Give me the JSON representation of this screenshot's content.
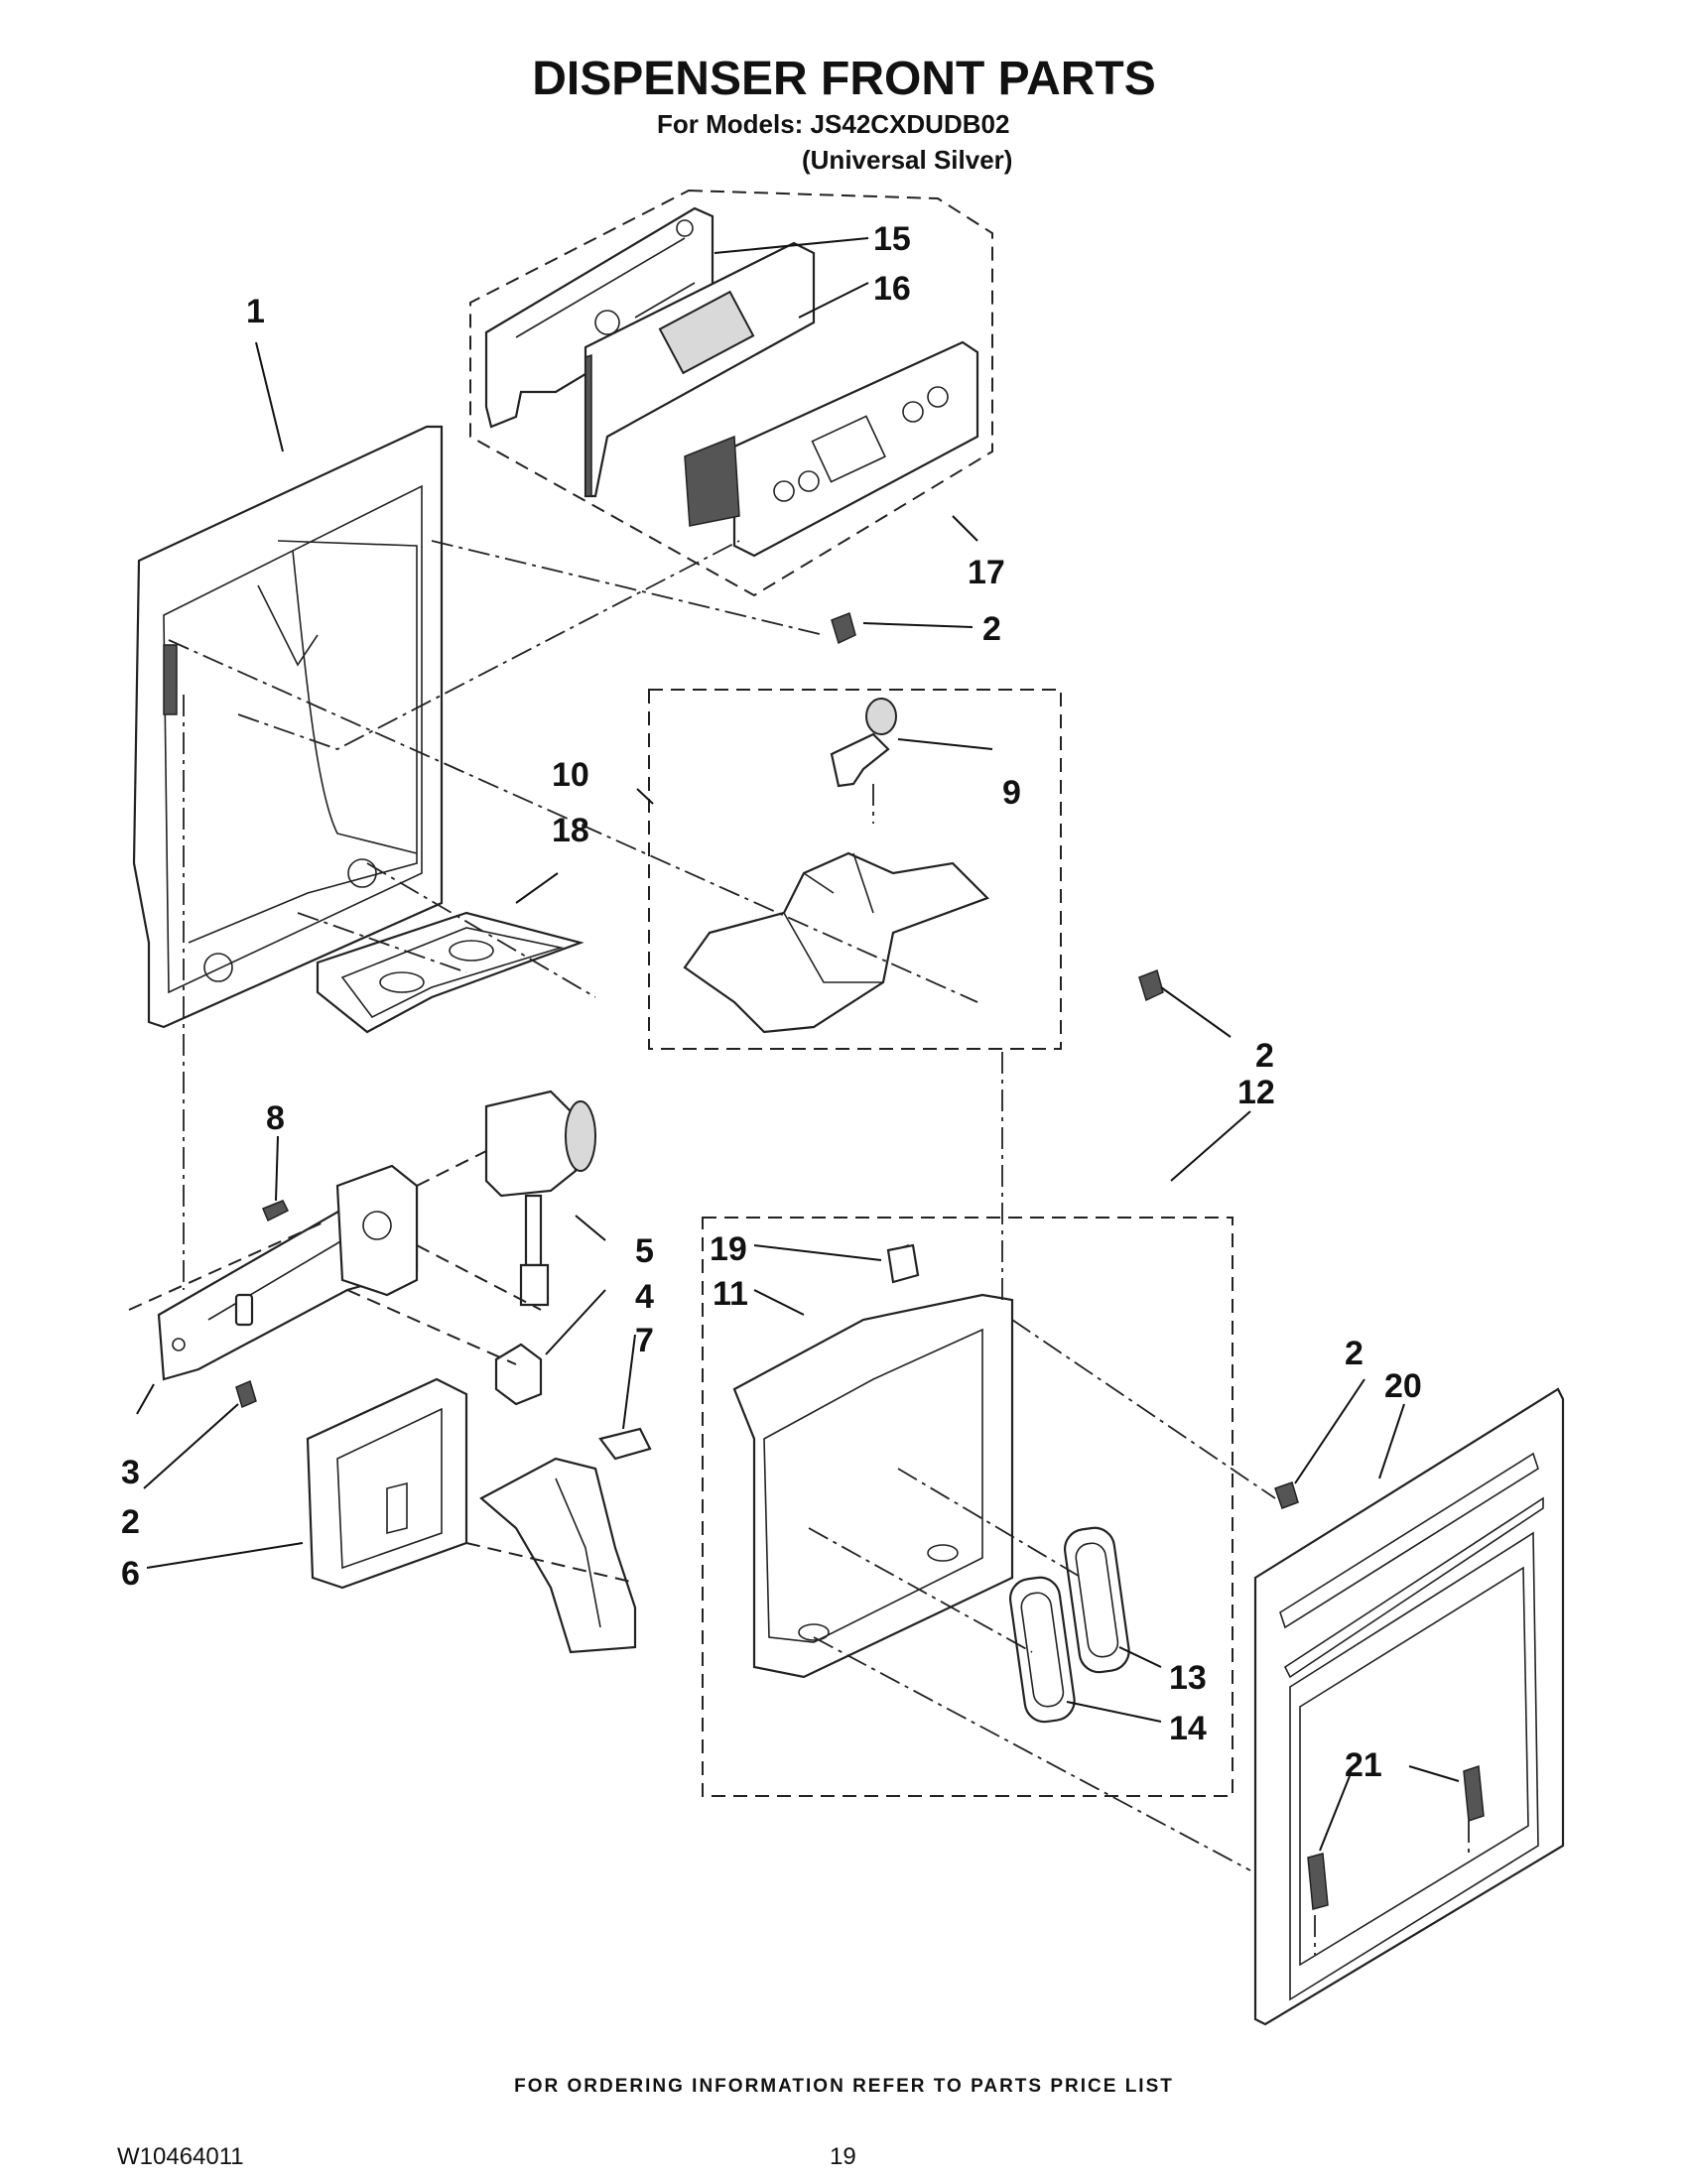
{
  "header": {
    "title": "DISPENSER FRONT PARTS",
    "models": "For Models: JS42CXDUDB02",
    "variant": "(Universal Silver)"
  },
  "callouts": {
    "c1": "1",
    "c2a": "2",
    "c2b": "2",
    "c2c": "2",
    "c2d": "2",
    "c3": "3",
    "c4": "4",
    "c5": "5",
    "c6": "6",
    "c7": "7",
    "c8": "8",
    "c9": "9",
    "c10": "10",
    "c11": "11",
    "c12": "12",
    "c13": "13",
    "c14": "14",
    "c15": "15",
    "c16": "16",
    "c17": "17",
    "c18": "18",
    "c19": "19",
    "c20": "20",
    "c21": "21"
  },
  "footer": {
    "ordering_note": "FOR ORDERING INFORMATION REFER TO PARTS PRICE LIST",
    "doc_number": "W10464011",
    "page_number": "19"
  }
}
